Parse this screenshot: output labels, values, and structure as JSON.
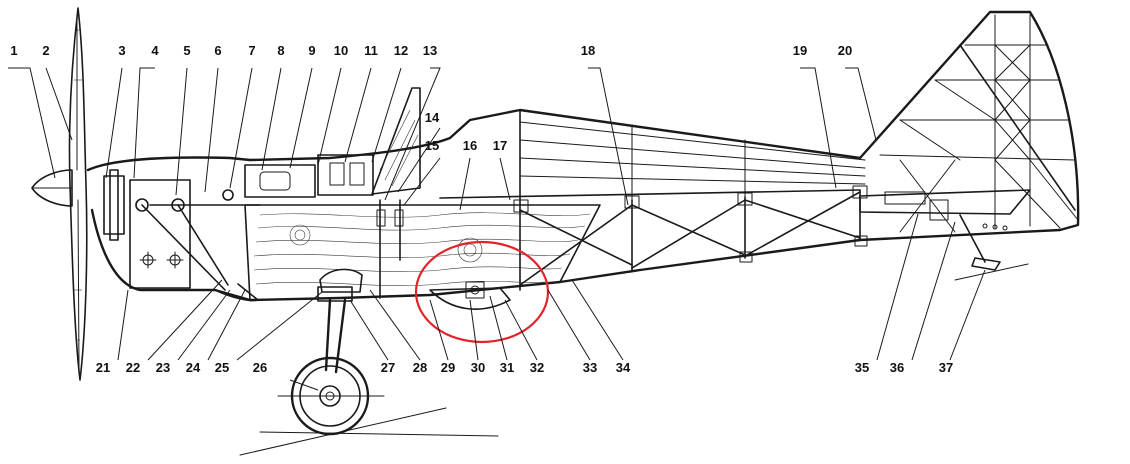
{
  "diagram": {
    "callouts": [
      {
        "id": "c1",
        "label": "1"
      },
      {
        "id": "c2",
        "label": "2"
      },
      {
        "id": "c3",
        "label": "3"
      },
      {
        "id": "c4",
        "label": "4"
      },
      {
        "id": "c5",
        "label": "5"
      },
      {
        "id": "c6",
        "label": "6"
      },
      {
        "id": "c7",
        "label": "7"
      },
      {
        "id": "c8",
        "label": "8"
      },
      {
        "id": "c9",
        "label": "9"
      },
      {
        "id": "c10",
        "label": "10"
      },
      {
        "id": "c11",
        "label": "11"
      },
      {
        "id": "c12",
        "label": "12"
      },
      {
        "id": "c13",
        "label": "13"
      },
      {
        "id": "c14",
        "label": "14"
      },
      {
        "id": "c15",
        "label": "15"
      },
      {
        "id": "c16",
        "label": "16"
      },
      {
        "id": "c17",
        "label": "17"
      },
      {
        "id": "c18",
        "label": "18"
      },
      {
        "id": "c19",
        "label": "19"
      },
      {
        "id": "c20",
        "label": "20"
      },
      {
        "id": "c21",
        "label": "21"
      },
      {
        "id": "c22",
        "label": "22"
      },
      {
        "id": "c23",
        "label": "23"
      },
      {
        "id": "c24",
        "label": "24"
      },
      {
        "id": "c25",
        "label": "25"
      },
      {
        "id": "c26",
        "label": "26"
      },
      {
        "id": "c27",
        "label": "27"
      },
      {
        "id": "c28",
        "label": "28"
      },
      {
        "id": "c29",
        "label": "29"
      },
      {
        "id": "c30",
        "label": "30"
      },
      {
        "id": "c31",
        "label": "31"
      },
      {
        "id": "c32",
        "label": "32"
      },
      {
        "id": "c33",
        "label": "33"
      },
      {
        "id": "c34",
        "label": "34"
      },
      {
        "id": "c35",
        "label": "35"
      },
      {
        "id": "c36",
        "label": "36"
      },
      {
        "id": "c37",
        "label": "37"
      }
    ],
    "highlight": {
      "color": "#e0242a"
    },
    "ink_color": "#1a1a1a"
  }
}
